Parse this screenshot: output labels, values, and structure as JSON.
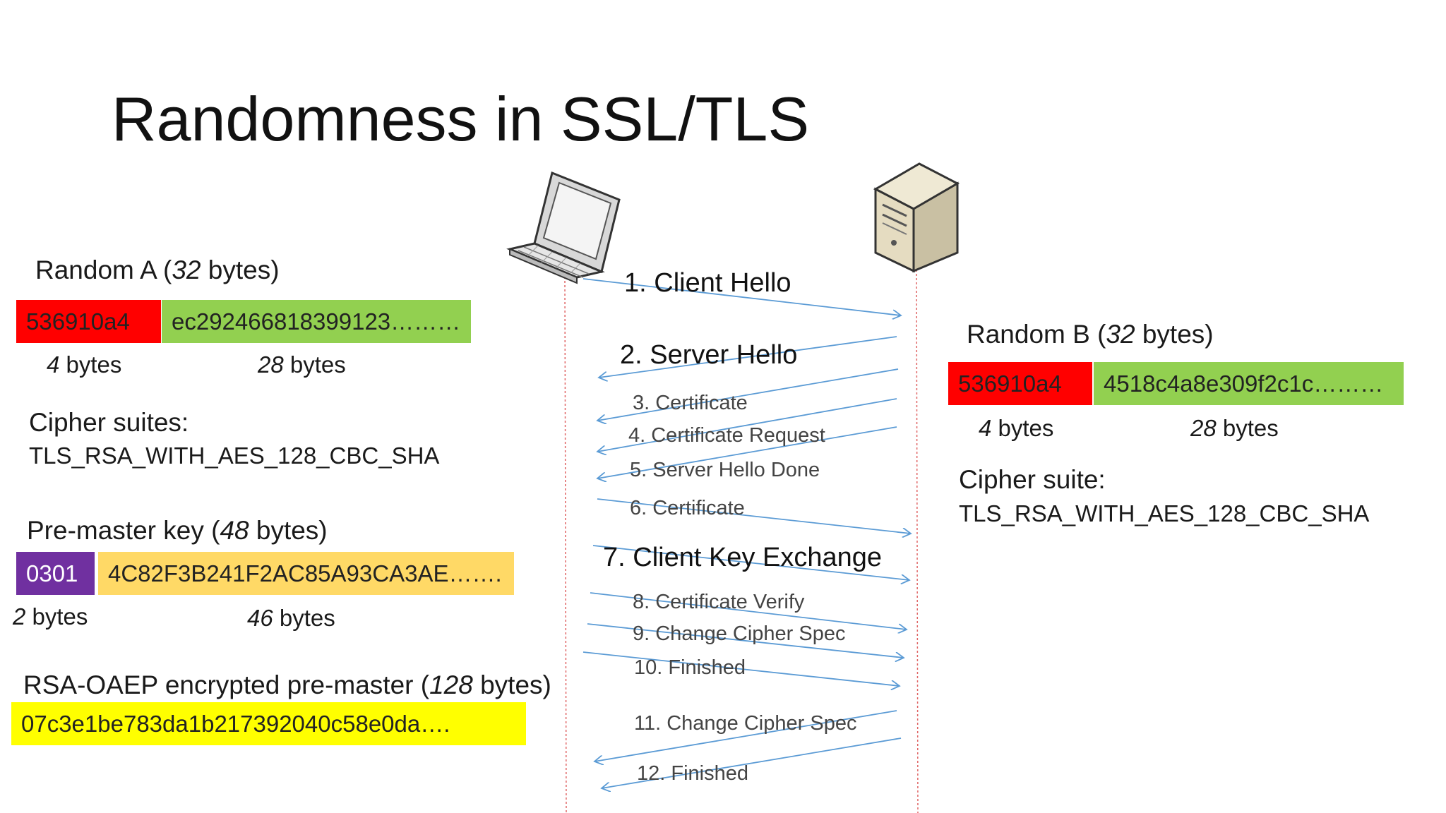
{
  "title": "Randomness in SSL/TLS",
  "client": {
    "random": {
      "heading_pre": "Random A (",
      "heading_num": "32",
      "heading_post": " bytes)",
      "part1": "536910a4",
      "part2": "ec292466818399123………",
      "size1_num": "4",
      "size1_unit": " bytes",
      "size2_num": "28",
      "size2_unit": " bytes"
    },
    "cipher_heading": "Cipher suites:",
    "cipher_value": "TLS_RSA_WITH_AES_128_CBC_SHA",
    "premaster": {
      "heading_pre": "Pre-master key (",
      "heading_num": "48",
      "heading_post": " bytes)",
      "part1": "0301",
      "part2": "4C82F3B241F2AC85A93CA3AE…….",
      "size1_num": "2",
      "size1_unit": " bytes",
      "size2_num": "46",
      "size2_unit": " bytes"
    },
    "encrypted": {
      "heading_pre": "RSA-OAEP encrypted pre-master (",
      "heading_num": "128",
      "heading_post": " bytes)",
      "value": "07c3e1be783da1b217392040c58e0da…."
    }
  },
  "server": {
    "random": {
      "heading_pre": "Random B (",
      "heading_num": "32",
      "heading_post": " bytes)",
      "part1": "536910a4",
      "part2": "4518c4a8e309f2c1c………",
      "size1_num": "4",
      "size1_unit": " bytes",
      "size2_num": "28",
      "size2_unit": " bytes"
    },
    "cipher_heading": "Cipher suite:",
    "cipher_value": "TLS_RSA_WITH_AES_128_CBC_SHA"
  },
  "messages": [
    {
      "label": "1. Client Hello",
      "direction": "client-to-server"
    },
    {
      "label": "2. Server Hello",
      "direction": "server-to-client"
    },
    {
      "label": "3. Certificate",
      "direction": "server-to-client"
    },
    {
      "label": "4. Certificate Request",
      "direction": "server-to-client"
    },
    {
      "label": "5. Server Hello Done",
      "direction": "server-to-client"
    },
    {
      "label": "6. Certificate",
      "direction": "client-to-server"
    },
    {
      "label": "7. Client Key Exchange",
      "direction": "client-to-server"
    },
    {
      "label": "8. Certificate Verify",
      "direction": "client-to-server"
    },
    {
      "label": "9. Change Cipher Spec",
      "direction": "client-to-server"
    },
    {
      "label": "10. Finished",
      "direction": "client-to-server"
    },
    {
      "label": "11. Change Cipher Spec",
      "direction": "server-to-client"
    },
    {
      "label": "12. Finished",
      "direction": "server-to-client"
    }
  ],
  "colors": {
    "arrow": "#5b9bd5",
    "lifeline": "#e06666",
    "red": "#ff0000",
    "green": "#92d050",
    "purple": "#7030a0",
    "orange": "#ffd966",
    "yellow": "#ffff00"
  },
  "icons": {
    "client": "laptop-icon",
    "server": "server-tower-icon"
  }
}
